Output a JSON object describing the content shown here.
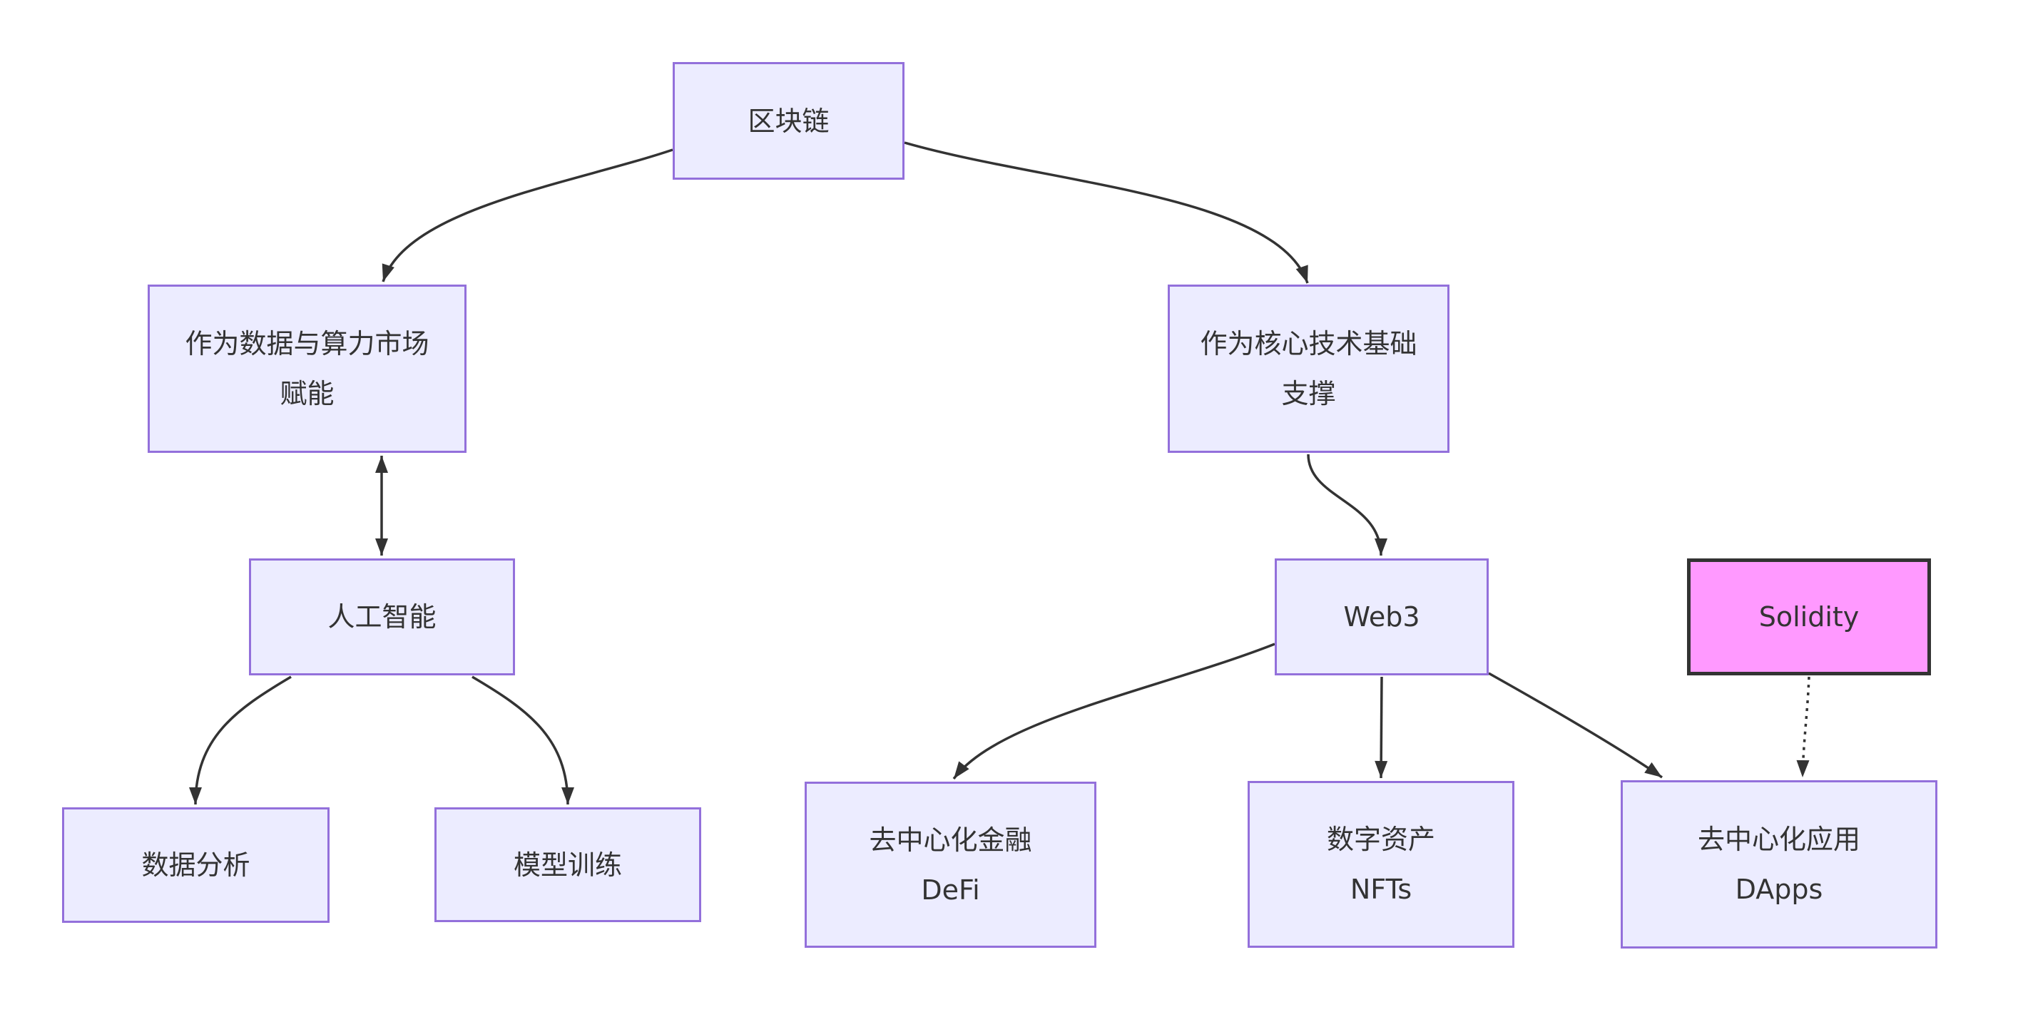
{
  "diagram": {
    "type": "flowchart",
    "direction": "top-down",
    "background": "#FFFFFF",
    "colors": {
      "node_fill": "#ECECFF",
      "node_border": "#9370DB",
      "text": "#333333",
      "edge": "#333333",
      "highlight_fill": "#FF99FF",
      "highlight_border": "#333333"
    },
    "edges": [
      {
        "from": "blockchain",
        "to": "empower",
        "style": "solid",
        "arrow": "end"
      },
      {
        "from": "blockchain",
        "to": "foundation",
        "style": "solid",
        "arrow": "end"
      },
      {
        "from": "empower",
        "to": "ai",
        "style": "solid",
        "arrow": "both"
      },
      {
        "from": "foundation",
        "to": "web3",
        "style": "solid",
        "arrow": "end"
      },
      {
        "from": "ai",
        "to": "dataAnalysis",
        "style": "solid",
        "arrow": "end"
      },
      {
        "from": "ai",
        "to": "modelTraining",
        "style": "solid",
        "arrow": "end"
      },
      {
        "from": "web3",
        "to": "defi",
        "style": "solid",
        "arrow": "end"
      },
      {
        "from": "web3",
        "to": "nfts",
        "style": "solid",
        "arrow": "end"
      },
      {
        "from": "web3",
        "to": "dapps",
        "style": "solid",
        "arrow": "end"
      },
      {
        "from": "solidity",
        "to": "dapps",
        "style": "dotted",
        "arrow": "end"
      }
    ]
  },
  "nodes": {
    "blockchain": {
      "label": "区块链"
    },
    "empower": {
      "line1": "作为数据与算力市场",
      "line2": "赋能"
    },
    "foundation": {
      "line1": "作为核心技术基础",
      "line2": "支撑"
    },
    "ai": {
      "label": "人工智能"
    },
    "web3": {
      "label": "Web3"
    },
    "solidity": {
      "label": "Solidity"
    },
    "dataAnalysis": {
      "label": "数据分析"
    },
    "modelTraining": {
      "label": "模型训练"
    },
    "defi": {
      "line1": "去中心化金融",
      "line2": "DeFi"
    },
    "nfts": {
      "line1": "数字资产",
      "line2": "NFTs"
    },
    "dapps": {
      "line1": "去中心化应用",
      "line2": "DApps"
    }
  }
}
